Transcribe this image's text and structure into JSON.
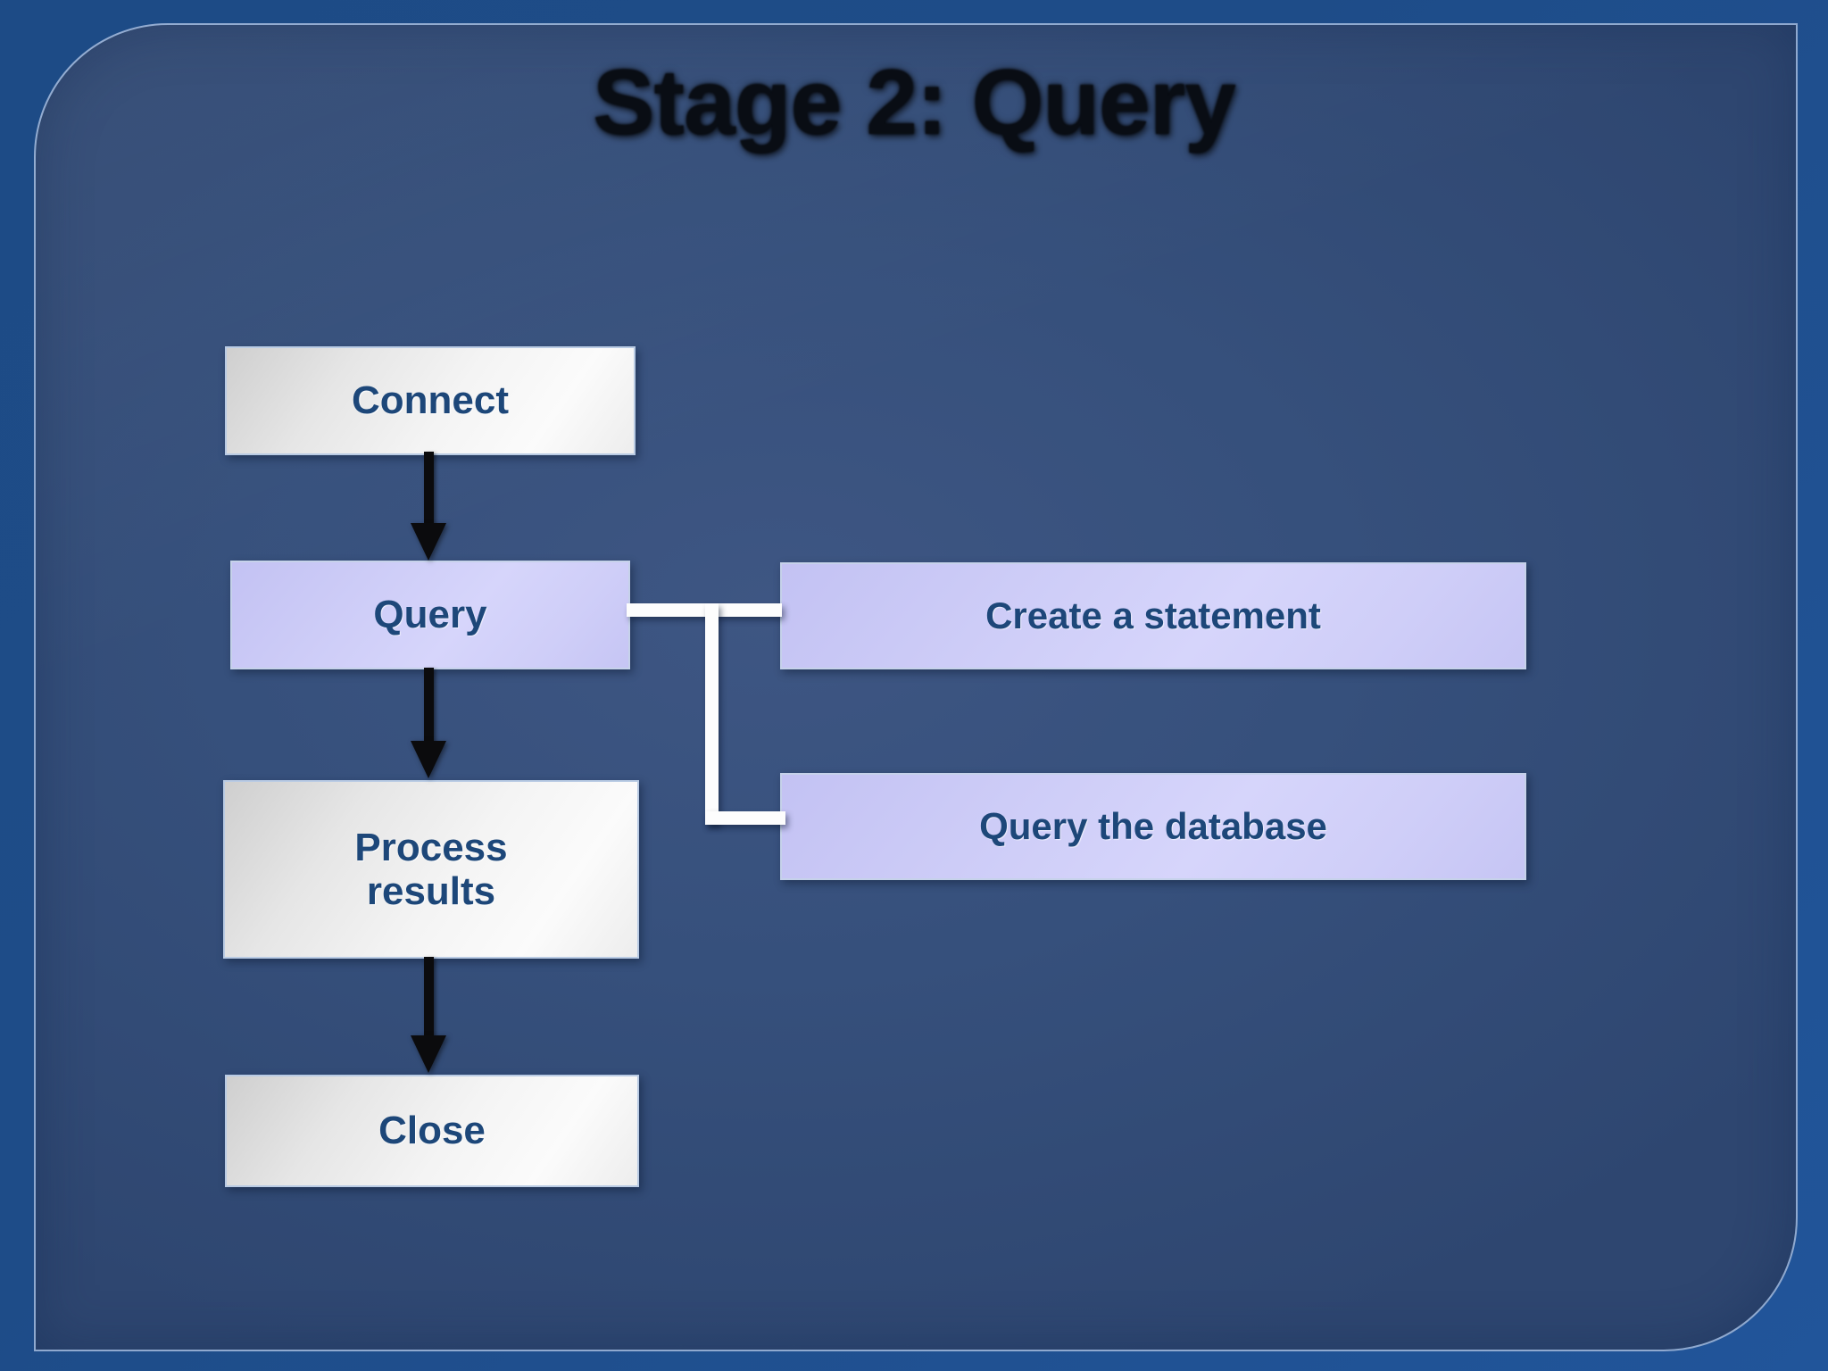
{
  "slide": {
    "title": "Stage 2: Query",
    "theme": {
      "background_outer": "#1d4b86",
      "background_panel": "#36507c",
      "frame_border": "#8fa9cf",
      "box_text": "#1d4779",
      "box_light_fill": "#f4f4f4",
      "box_lavender_fill": "#cfcef8",
      "arrow_color": "#0b0b0d",
      "connector_color": "#fdfdfd"
    }
  },
  "diagram": {
    "type": "flowchart",
    "main_flow": [
      {
        "id": "connect",
        "label": "Connect",
        "style": "light"
      },
      {
        "id": "query",
        "label": "Query",
        "style": "lavender"
      },
      {
        "id": "process",
        "label": "Process\nresults",
        "line1": "Process",
        "line2": "results",
        "style": "light"
      },
      {
        "id": "close",
        "label": "Close",
        "style": "light"
      }
    ],
    "sub_steps": [
      {
        "id": "create-statement",
        "label": "Create a statement",
        "style": "lavender"
      },
      {
        "id": "query-the-database",
        "label": "Query the database",
        "style": "lavender"
      }
    ],
    "arrows": [
      {
        "from": "connect",
        "to": "query",
        "kind": "black-down-arrow"
      },
      {
        "from": "query",
        "to": "process",
        "kind": "black-down-arrow"
      },
      {
        "from": "process",
        "to": "close",
        "kind": "black-down-arrow"
      }
    ],
    "connectors": [
      {
        "from": "query",
        "to": "create-statement",
        "kind": "white-elbow"
      },
      {
        "from": "query",
        "to": "query-the-database",
        "kind": "white-elbow"
      }
    ]
  }
}
